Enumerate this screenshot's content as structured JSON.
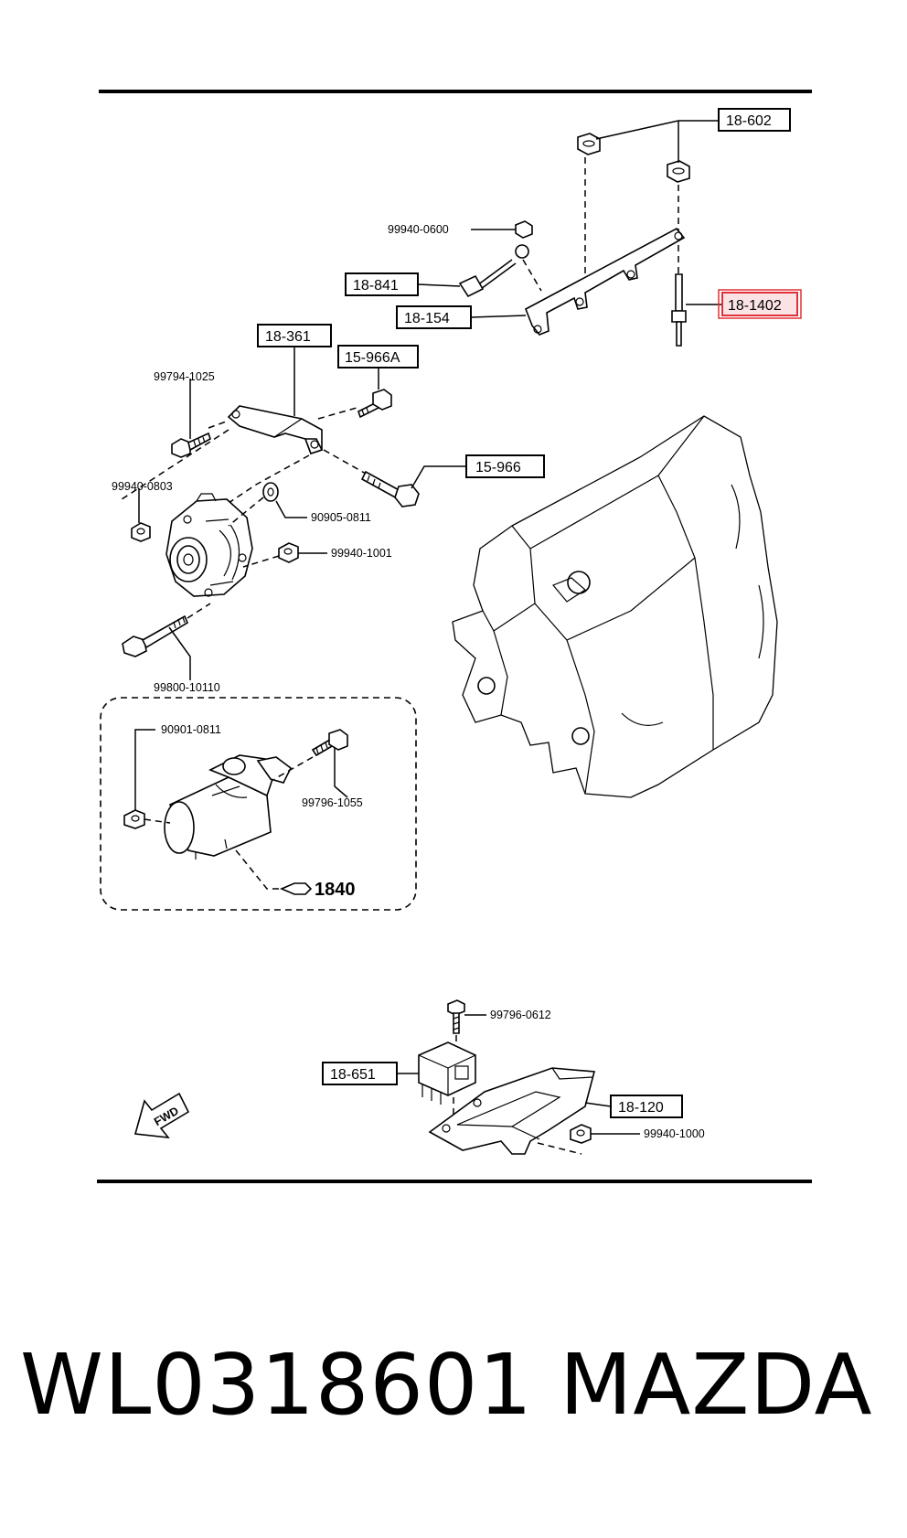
{
  "diagram": {
    "box_labels": {
      "b602": "18-602",
      "b1402": "18-1402",
      "b841": "18-841",
      "b154": "18-154",
      "b361": "18-361",
      "b966A": "15-966A",
      "b966": "15-966",
      "b651": "18-651",
      "b120": "18-120"
    },
    "part_numbers": {
      "p0600": "99940-0600",
      "p1025": "99794-1025",
      "p0803": "99940-0803",
      "p0811": "90905-0811",
      "p1001": "99940-1001",
      "p10110": "99800-10110",
      "p0811b": "90901-0811",
      "p1055": "99796-1055",
      "p0612": "99796-0612",
      "p1000": "99940-1000"
    },
    "group_ref": "1840",
    "fwd_label": "FWD",
    "highlight_color": "#e0303a"
  },
  "footer": {
    "part_number": "WL0318601",
    "brand": "MAZDA"
  }
}
